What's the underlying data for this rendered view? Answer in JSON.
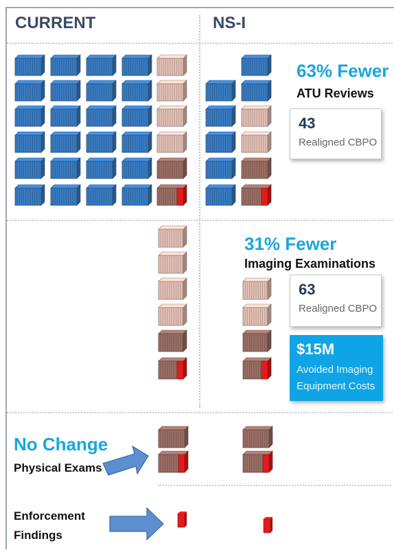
{
  "headers": {
    "current": "CURRENT",
    "nsi": "NS-I"
  },
  "atu": {
    "pct": "63% Fewer",
    "label": "ATU Reviews",
    "card_num": "43",
    "card_label": "Realigned CBPO"
  },
  "imaging": {
    "pct": "31% Fewer",
    "label": "Imaging Examinations",
    "card_num": "63",
    "card_label": "Realigned CBPO",
    "cost_num": "$15M",
    "cost_line1": "Avoided Imaging",
    "cost_line2": "Equipment Costs"
  },
  "physical": {
    "title": "No Change",
    "label": "Physical Exams"
  },
  "enforcement": {
    "line1": "Enforcement",
    "line2": "Findings"
  },
  "colors": {
    "blue": "#3a7cc2",
    "pink": "#e4c1b6",
    "brown": "#9b6f66",
    "red": "#e21b1b",
    "accent": "#19a6dc"
  }
}
